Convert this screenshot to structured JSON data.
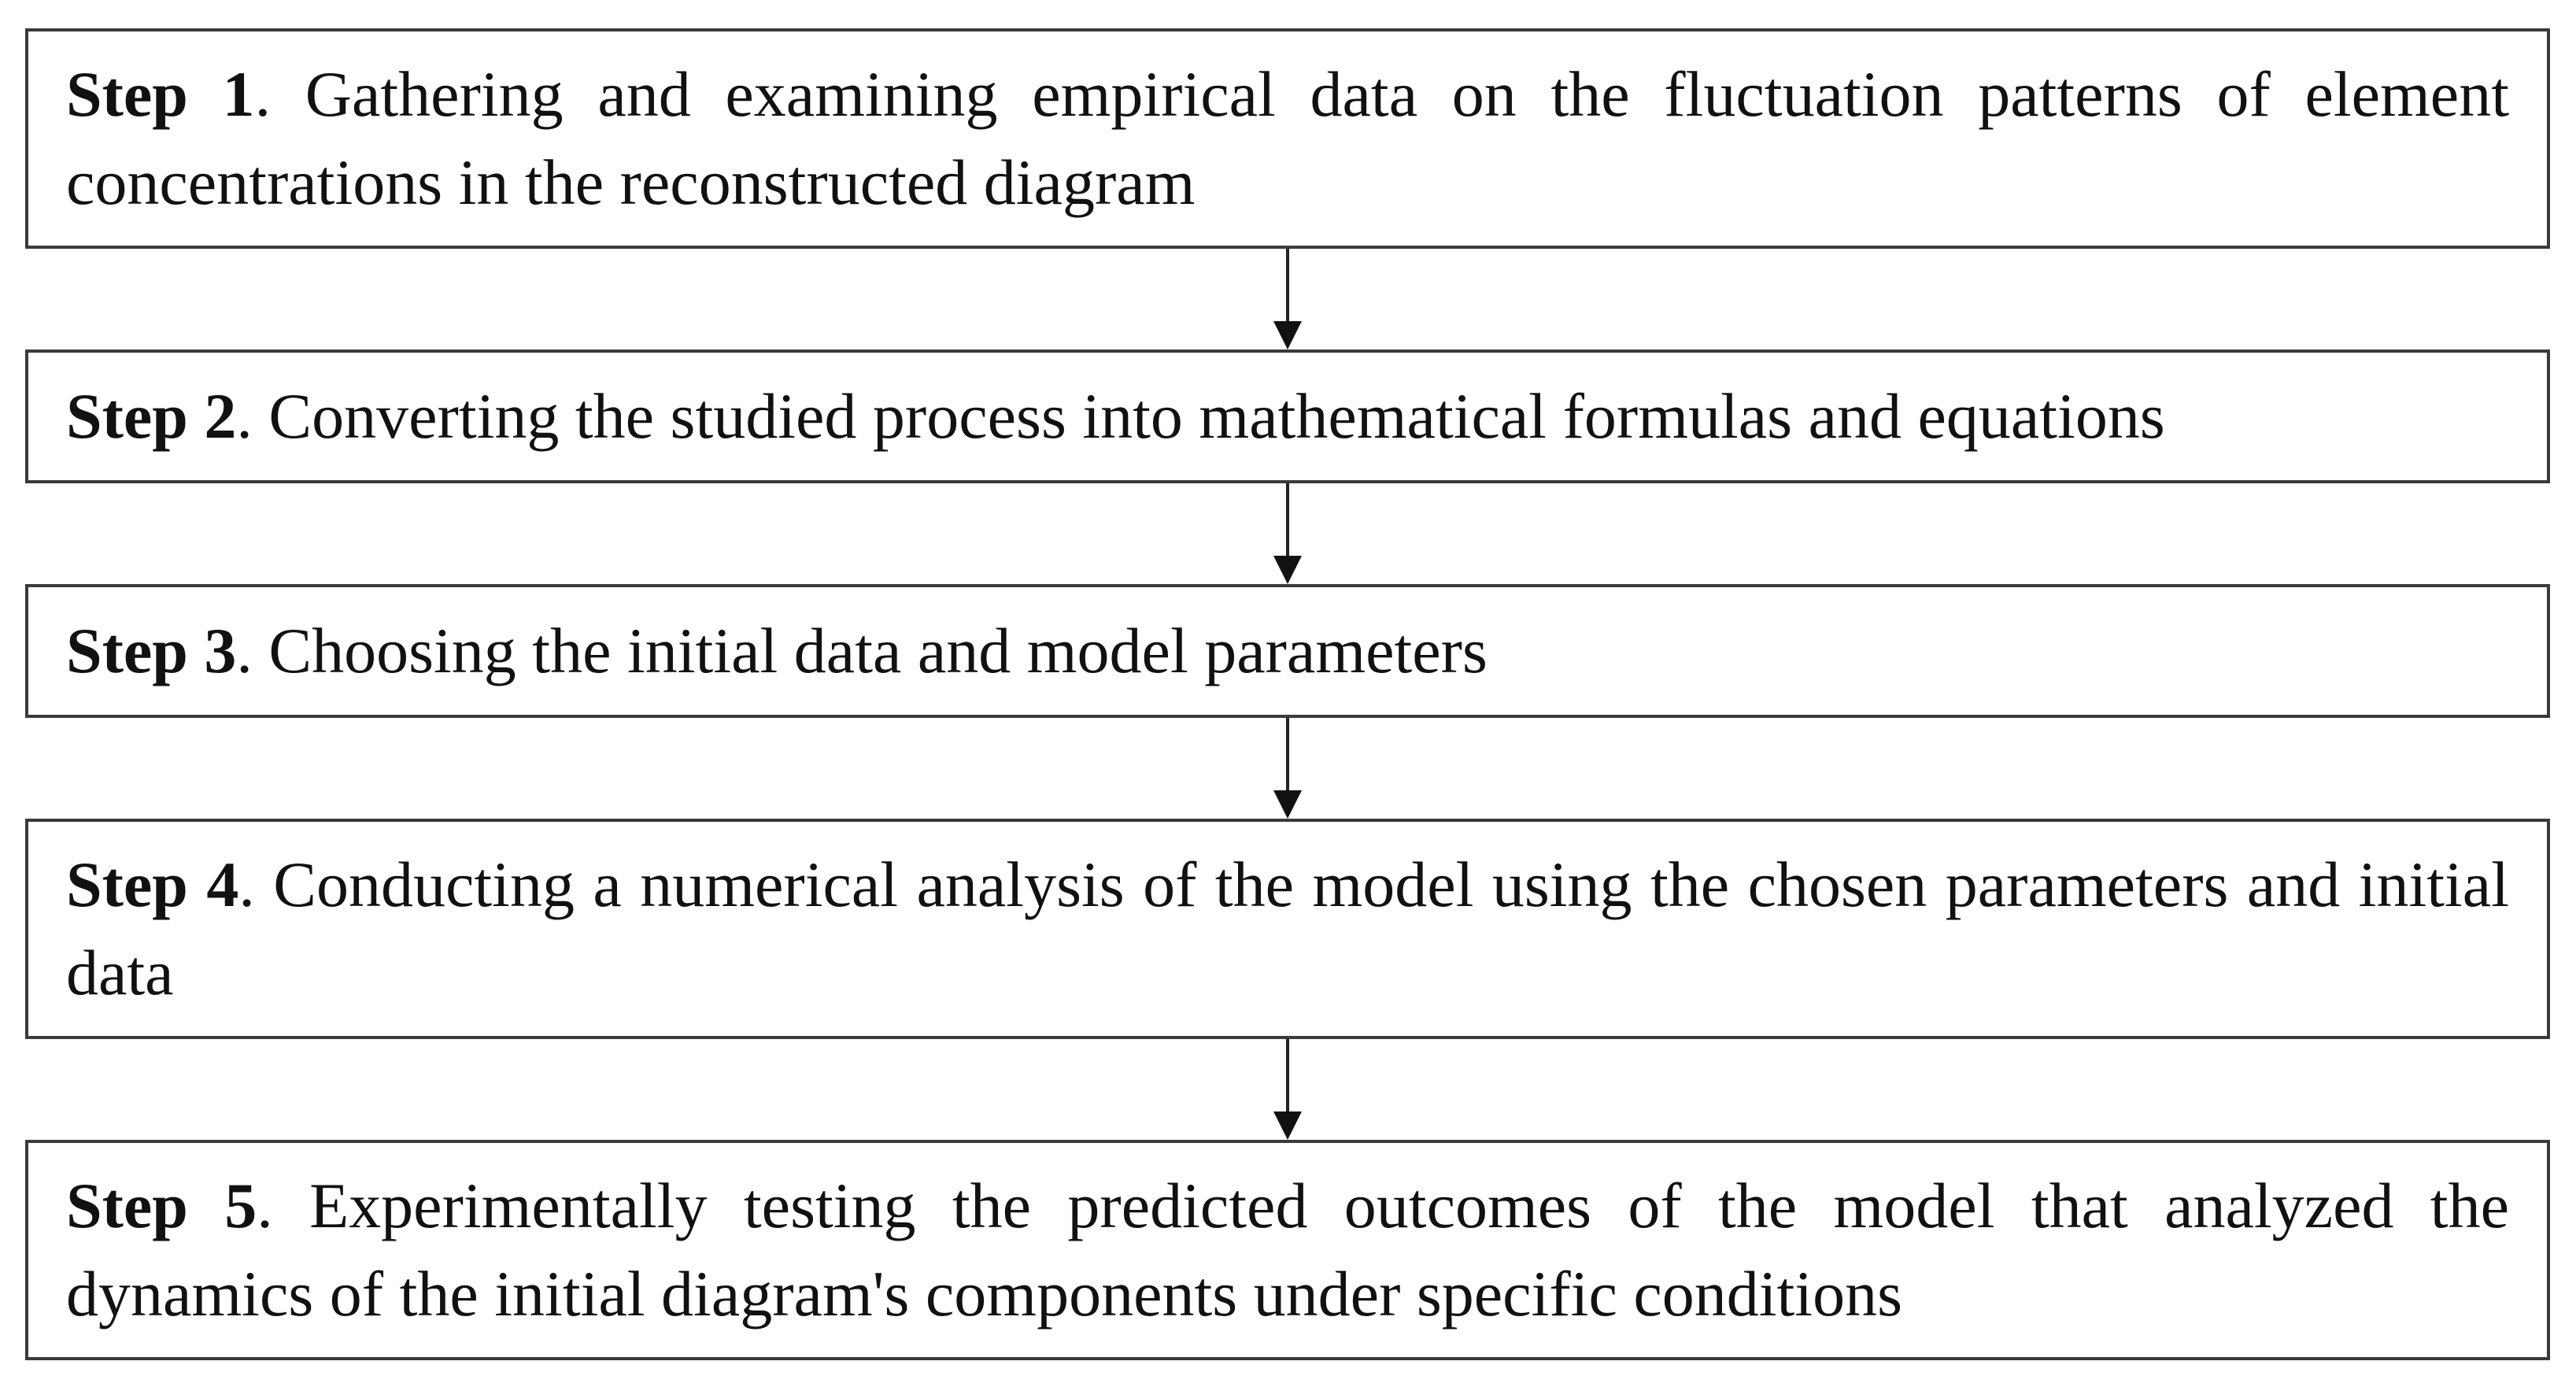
{
  "steps": [
    {
      "label": "Step 1",
      "text": ". Gathering and examining empirical data on the fluctuation patterns of element concentrations in the reconstructed diagram"
    },
    {
      "label": "Step 2",
      "text": ". Converting the studied process into mathematical formulas and equations"
    },
    {
      "label": "Step 3",
      "text": ". Choosing the initial data and model parameters"
    },
    {
      "label": "Step 4",
      "text": ". Conducting a numerical analysis of the model using the chosen parameters and initial data"
    },
    {
      "label": "Step 5",
      "text": ". Experimentally testing the predicted outcomes of the model that analyzed the dynamics of the initial diagram's components under specific conditions"
    }
  ]
}
